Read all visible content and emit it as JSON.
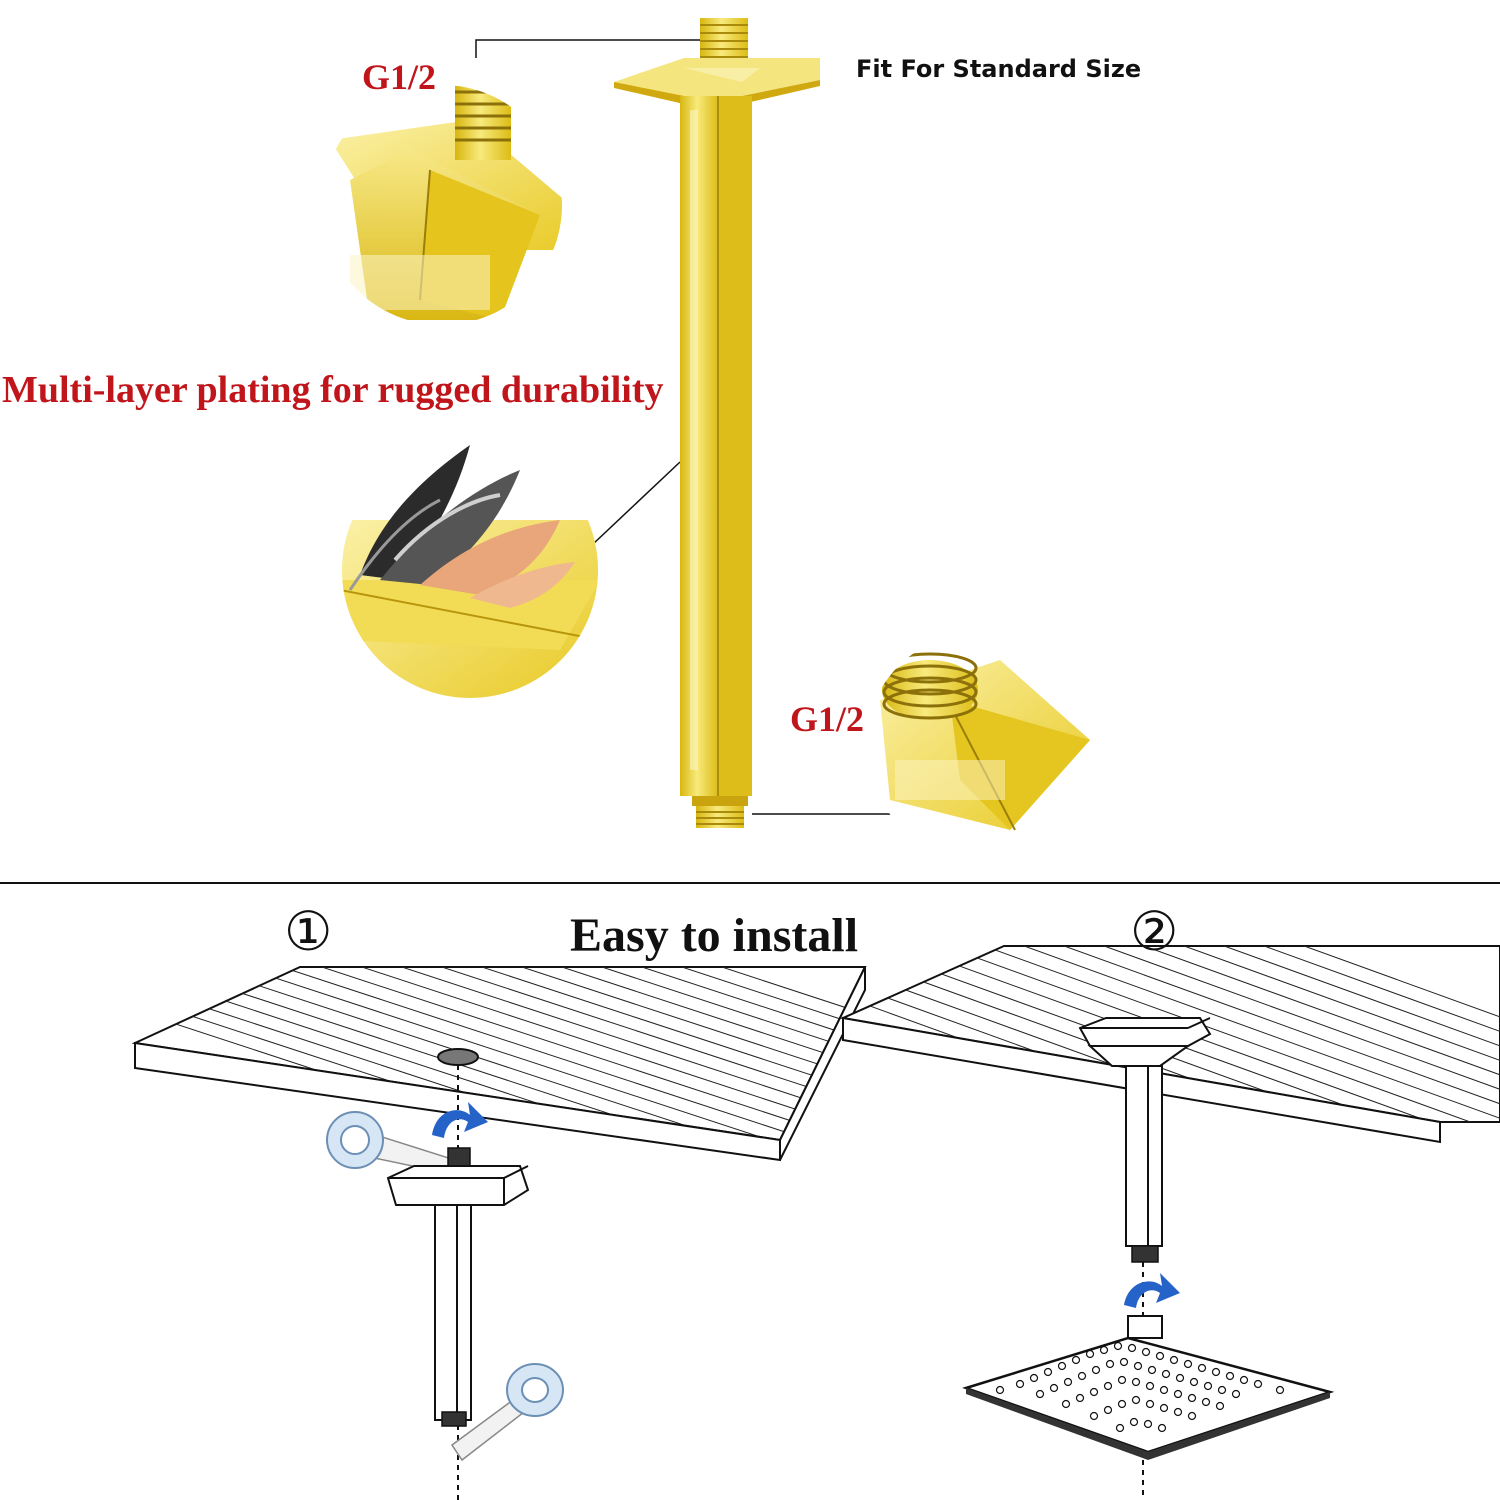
{
  "labels": {
    "thread_top": "G1/2",
    "fit_standard": "Fit For Standard Size",
    "plating": "Multi-layer plating for rugged durability",
    "thread_bottom": "G1/2",
    "install_title": "Easy to install",
    "step1": "①",
    "step2": "②"
  },
  "icons": {
    "arm": "gold-square-ceiling-shower-arm",
    "detail_top": "flange-thread-closeup-icon",
    "detail_plating": "plating-layers-closeup-icon",
    "detail_bottom": "bottom-thread-closeup-icon",
    "ceiling": "ceiling-panel-icon",
    "seal": "sealing-tape-icon",
    "rotate_arrow": "rotate-arrow-icon",
    "shower_head": "square-shower-head-icon"
  },
  "colors": {
    "gold": "#e9cb1e",
    "gold_light": "#f6e990",
    "label_red": "#c0161b",
    "arrow_blue": "#2563c9",
    "ink": "#111111"
  }
}
